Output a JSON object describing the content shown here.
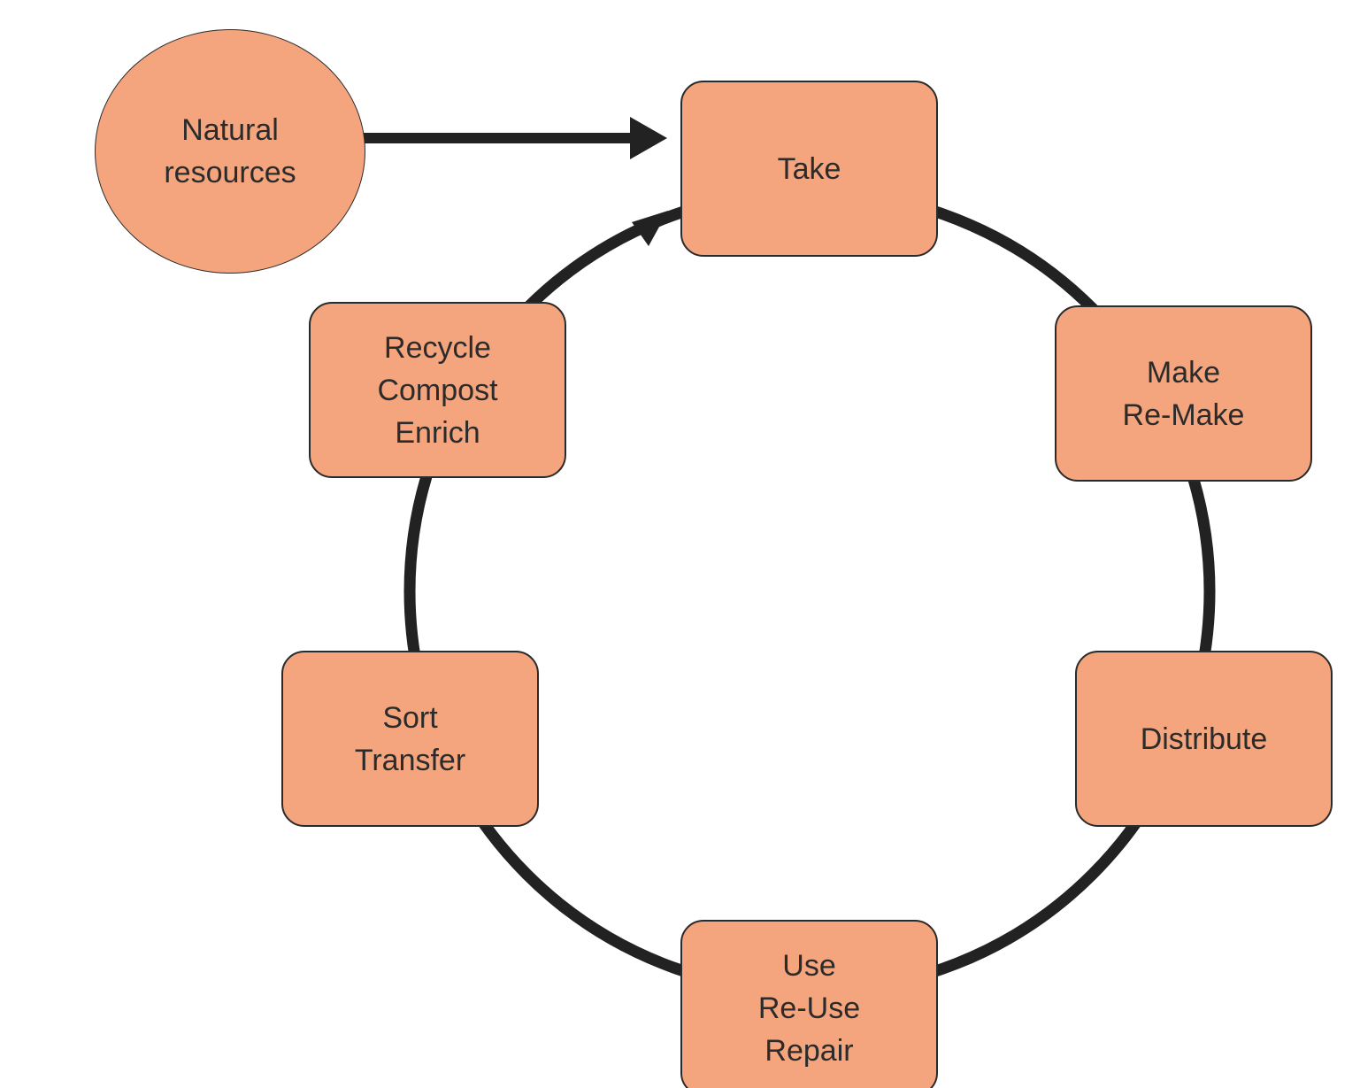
{
  "colors": {
    "node_fill": "#f5a57d",
    "node_border": "#2a2a2a",
    "edge": "#222222",
    "background": "#ffffff"
  },
  "nodes": {
    "natural_resources": {
      "lines": [
        "Natural",
        "resources"
      ]
    },
    "take": {
      "lines": [
        "Take"
      ]
    },
    "make": {
      "lines": [
        "Make",
        "Re-Make"
      ]
    },
    "distribute": {
      "lines": [
        "Distribute"
      ]
    },
    "use": {
      "lines": [
        "Use",
        "Re-Use",
        "Repair"
      ]
    },
    "sort": {
      "lines": [
        "Sort",
        "Transfer"
      ]
    },
    "recycle": {
      "lines": [
        "Recycle",
        "Compost",
        "Enrich"
      ]
    }
  },
  "edges": [
    {
      "from": "natural_resources",
      "to": "take",
      "arrow": true
    },
    {
      "from": "take",
      "to": "make",
      "arrow": false
    },
    {
      "from": "make",
      "to": "distribute",
      "arrow": false
    },
    {
      "from": "distribute",
      "to": "use",
      "arrow": false
    },
    {
      "from": "use",
      "to": "sort",
      "arrow": false
    },
    {
      "from": "sort",
      "to": "recycle",
      "arrow": false
    },
    {
      "from": "recycle",
      "to": "take",
      "arrow": true
    }
  ]
}
